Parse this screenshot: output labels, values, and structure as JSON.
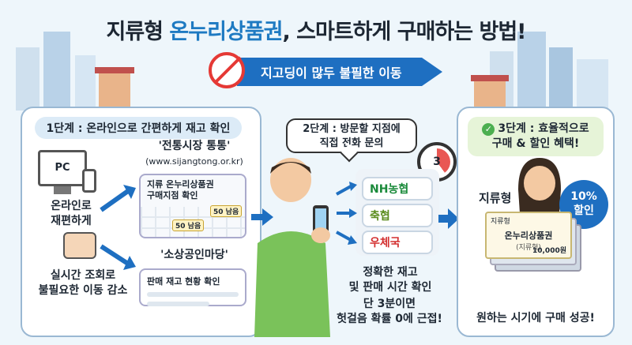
{
  "title": {
    "prefix": "지류형 ",
    "highlight": "온누리상품권",
    "suffix": ", 스마트하게 구매하는 방법!"
  },
  "banner": {
    "text": "지고딩이 많두 불필한 이동",
    "icon": "no-walking-icon"
  },
  "step1": {
    "label": "1단계 : 온라인으로 간편하게 재고 확인",
    "pc_label": "PC",
    "online_line1": "온라인로",
    "online_line2": "재편하게",
    "realtime_line1": "실시간 조회로",
    "realtime_line2": "불필요한 이동 감소",
    "site1_name": "'전통시장 통통'",
    "site1_url": "(www.sijangtong.or.kr)",
    "map_line1": "지류 온누리상품권",
    "map_line2": "구매지점 확인",
    "pin1": "50 남음",
    "pin2": "50 남음",
    "site2_name": "'소상공인마당'",
    "card2_text": "판매 재고 현황 확인"
  },
  "step2": {
    "label_line1": "2단계 : 방문할 지점에",
    "label_line2": "직접 전화 문의",
    "timer": "3",
    "banks": [
      "NH농협",
      "축협",
      "우체국"
    ],
    "check_line1": "정확한 재고",
    "check_line2": "및 판매 시간 확인",
    "tip_line1": "단 3분이면",
    "tip_line2": "헛걸음 확률 0에 근접!"
  },
  "step3": {
    "label_line1": "3단계 : 효율적으로",
    "label_line2": "구매 & 할인 혜택!",
    "voucher_type": "지류형",
    "badge_line1": "10%",
    "badge_line2": "할인",
    "voucher_corner": "지류형",
    "voucher_title": "온누리상품권",
    "voucher_sub": "(지류형)",
    "voucher_amount": "10,000원",
    "success": "원하는 시기에 구매 성공!"
  },
  "colors": {
    "accent": "#1e6fc1",
    "highlight": "#1e7ac2",
    "no_sign": "#e53935",
    "nh": "#1a8a3a",
    "chukhyup": "#5b8c1e",
    "post": "#d32f2f"
  }
}
